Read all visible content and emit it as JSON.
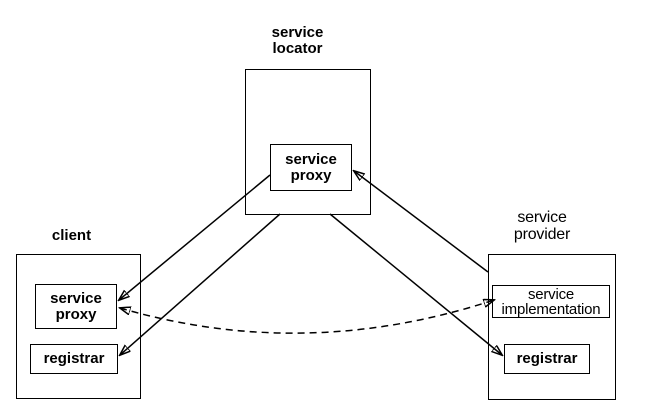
{
  "colors": {
    "background": "#ffffff",
    "stroke": "#000000",
    "text": "#000000"
  },
  "nodes": {
    "locator": {
      "title": [
        "service",
        "locator"
      ],
      "proxy": [
        "service",
        "proxy"
      ]
    },
    "client": {
      "title": [
        "client"
      ],
      "proxy": [
        "service",
        "proxy"
      ],
      "registrar": [
        "registrar"
      ]
    },
    "provider": {
      "title": [
        "service",
        "provider"
      ],
      "implementation": [
        "service",
        "implementation"
      ],
      "registrar": [
        "registrar"
      ]
    }
  },
  "edges": [
    {
      "from": "locator.proxy",
      "to": "client.proxy",
      "style": "solid",
      "arrowheads": "end"
    },
    {
      "from": "locator",
      "to": "client.registrar",
      "style": "solid",
      "arrowheads": "end"
    },
    {
      "from": "provider",
      "to": "locator.proxy",
      "style": "solid",
      "arrowheads": "end"
    },
    {
      "from": "locator",
      "to": "provider.registrar",
      "style": "solid",
      "arrowheads": "end"
    },
    {
      "from": "client.proxy",
      "to": "provider.implementation",
      "style": "dashed",
      "arrowheads": "both"
    }
  ]
}
